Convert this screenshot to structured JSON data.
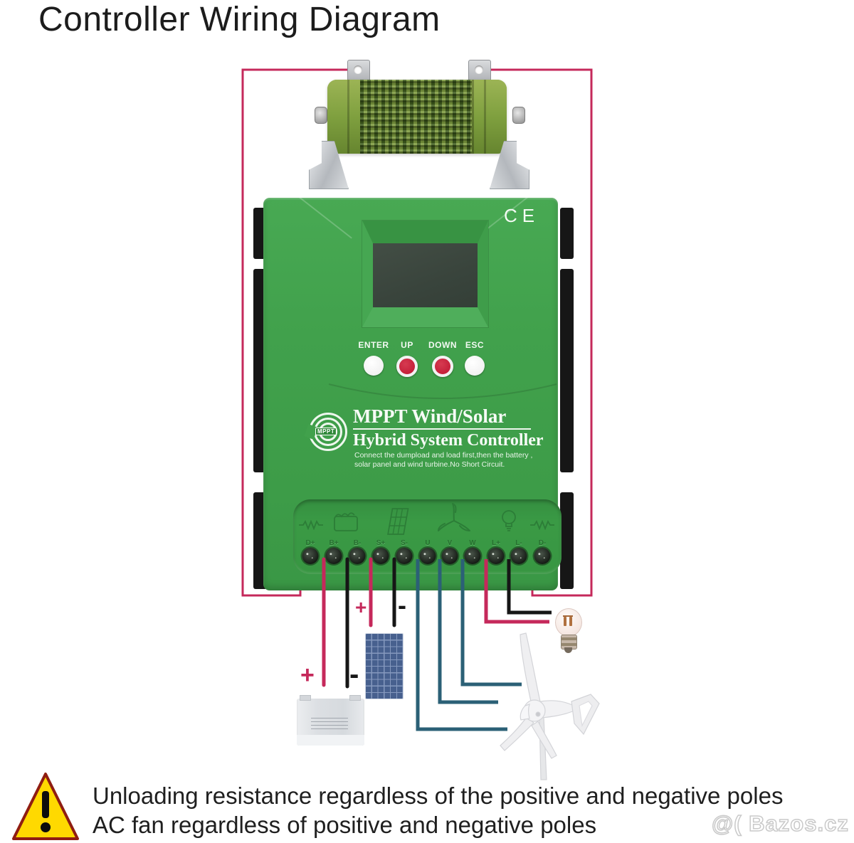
{
  "title": "Controller Wiring Diagram",
  "colors": {
    "wire-positive": "#c5295b",
    "wire-negative": "#161616",
    "wire-phase": "#2b6076",
    "green": "#41a14c",
    "green-deep": "#2f8539",
    "olive": "#7f9c3e",
    "warning-yellow": "#ffd900",
    "warning-border": "#8f1d12",
    "solar-blue": "#47608e",
    "button-red": "#c5203a"
  },
  "controller": {
    "ce_mark": "CE",
    "logo_text": "MPPT",
    "brand_line1": "MPPT Wind/Solar",
    "brand_line2": "Hybrid System Controller",
    "note_line1": "Connect the dumpload and load first,then the battery ,",
    "note_line2": "solar panel and wind turbine.No Short Circuit.",
    "buttons": [
      {
        "label": "ENTER",
        "color": "white"
      },
      {
        "label": "UP",
        "color": "red"
      },
      {
        "label": "DOWN",
        "color": "red"
      },
      {
        "label": "ESC",
        "color": "white"
      }
    ]
  },
  "terminals": {
    "labels": [
      "D+",
      "B+",
      "B-",
      "S+",
      "S-",
      "U",
      "V",
      "W",
      "L+",
      "L-",
      "D-"
    ],
    "icons": [
      "dump-load-resistor",
      "battery",
      "solar-panel",
      "wind-turbine",
      "lamp",
      "dump-load-resistor"
    ]
  },
  "wiring": {
    "battery_positive": "+",
    "battery_negative": "-",
    "solar_positive": "+",
    "solar_negative": "-"
  },
  "warning": {
    "line1": "Unloading resistance regardless of the positive and negative poles",
    "line2": "AC fan regardless of positive and negative poles"
  },
  "watermark": "@( Bazos.cz"
}
